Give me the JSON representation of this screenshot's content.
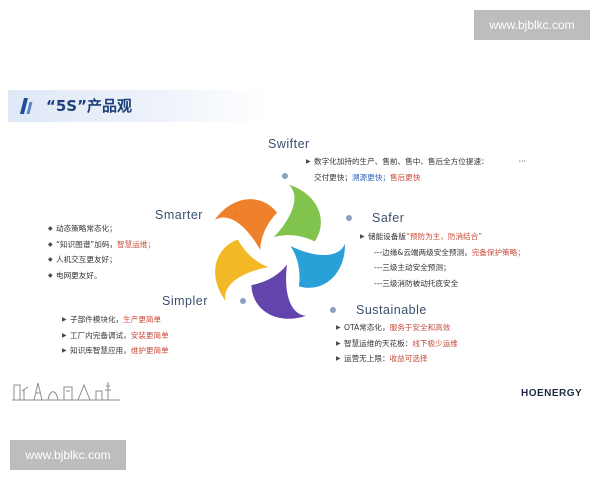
{
  "watermark_top": "www.bjblkc.com",
  "watermark_bottom": "www.bjblkc.com",
  "slide": {
    "title": "“5S”产品观",
    "logo": "HOENERGY",
    "sections": {
      "swifter": {
        "heading": "Swifter",
        "lines": [
          {
            "bullet": "▶",
            "text": "数字化加持的生产、售前、售中、售后全方位提速：",
            "tail": "···"
          },
          {
            "bullet": "",
            "text": "交付更快；",
            "highlight": "溯源更快；",
            "highlight2": "售后更快"
          }
        ]
      },
      "smarter": {
        "heading": "Smarter",
        "lines": [
          {
            "bullet": "◆",
            "text": "动态策略常态化；"
          },
          {
            "bullet": "◆",
            "text": "“知识图谱”加码，",
            "highlight": "智慧运维；"
          },
          {
            "bullet": "◆",
            "text": "人机交互更友好；"
          },
          {
            "bullet": "◆",
            "text": "电网更友好。"
          }
        ]
      },
      "safer": {
        "heading": "Safer",
        "lines": [
          {
            "bullet": "▶",
            "text": "储能设备版",
            "highlight": "“预防为主，防消结合”"
          },
          {
            "bullet": "---",
            "text": "边缘&云端两级安全预测，",
            "highlight": "完备保护策略；"
          },
          {
            "bullet": "---",
            "text": "三级主动安全预测；"
          },
          {
            "bullet": "---",
            "text": "三级消防被动托底安全"
          }
        ]
      },
      "simpler": {
        "heading": "Simpler",
        "lines": [
          {
            "bullet": "▶",
            "text": "子部件模块化，",
            "highlight": "生产更简单"
          },
          {
            "bullet": "▶",
            "text": "工厂内完备调试，",
            "highlight": "安装更简单"
          },
          {
            "bullet": "▶",
            "text": "知识库智慧应用，",
            "highlight": "维护更简单"
          }
        ]
      },
      "sustainable": {
        "heading": "Sustainable",
        "lines": [
          {
            "bullet": "▶",
            "text": "OTA常态化，",
            "highlight": "服务于安全和高效"
          },
          {
            "bullet": "▶",
            "text": "智慧运维的天花板：",
            "highlight": "线下极少运维"
          },
          {
            "bullet": "▶",
            "text": "运营无上限：",
            "highlight": "收益可选择"
          }
        ]
      }
    },
    "colors": {
      "petal_green": "#7ac143",
      "petal_blue": "#1f9bd7",
      "petal_purple": "#5b3aa8",
      "petal_yellow": "#f2b41a",
      "petal_orange": "#ee7a22",
      "accent_red": "#c94a3a",
      "accent_blue": "#2f64b8",
      "title_color": "#1f3f7a"
    }
  }
}
